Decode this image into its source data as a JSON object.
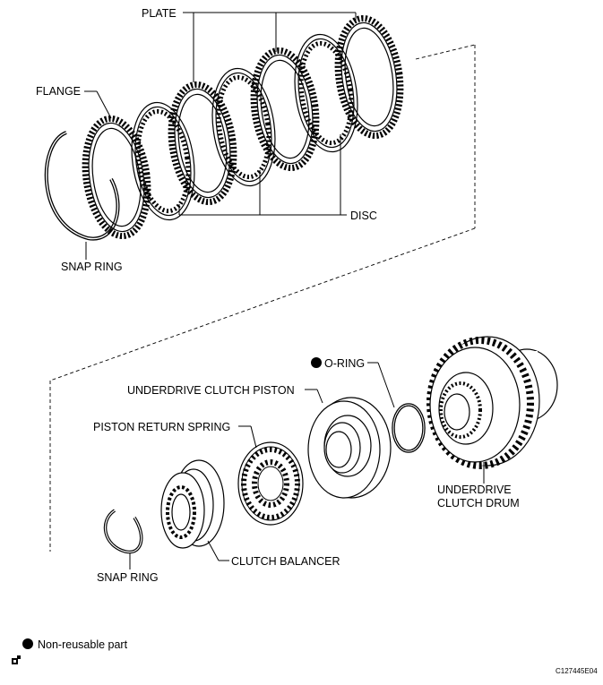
{
  "labels": {
    "plate": "PLATE",
    "flange": "FLANGE",
    "disc": "DISC",
    "snap_ring_top": "SNAP RING",
    "o_ring": "O-RING",
    "underdrive_clutch_piston": "UNDERDRIVE CLUTCH PISTON",
    "piston_return_spring": "PISTON RETURN SPRING",
    "underdrive_clutch_drum_line1": "UNDERDRIVE",
    "underdrive_clutch_drum_line2": "CLUTCH DRUM",
    "snap_ring_bottom": "SNAP RING",
    "clutch_balancer": "CLUTCH BALANCER"
  },
  "legend": {
    "non_reusable": "Non-reusable part"
  },
  "figure_code": "C127445E04",
  "colors": {
    "ink": "#000000",
    "background": "#ffffff"
  }
}
